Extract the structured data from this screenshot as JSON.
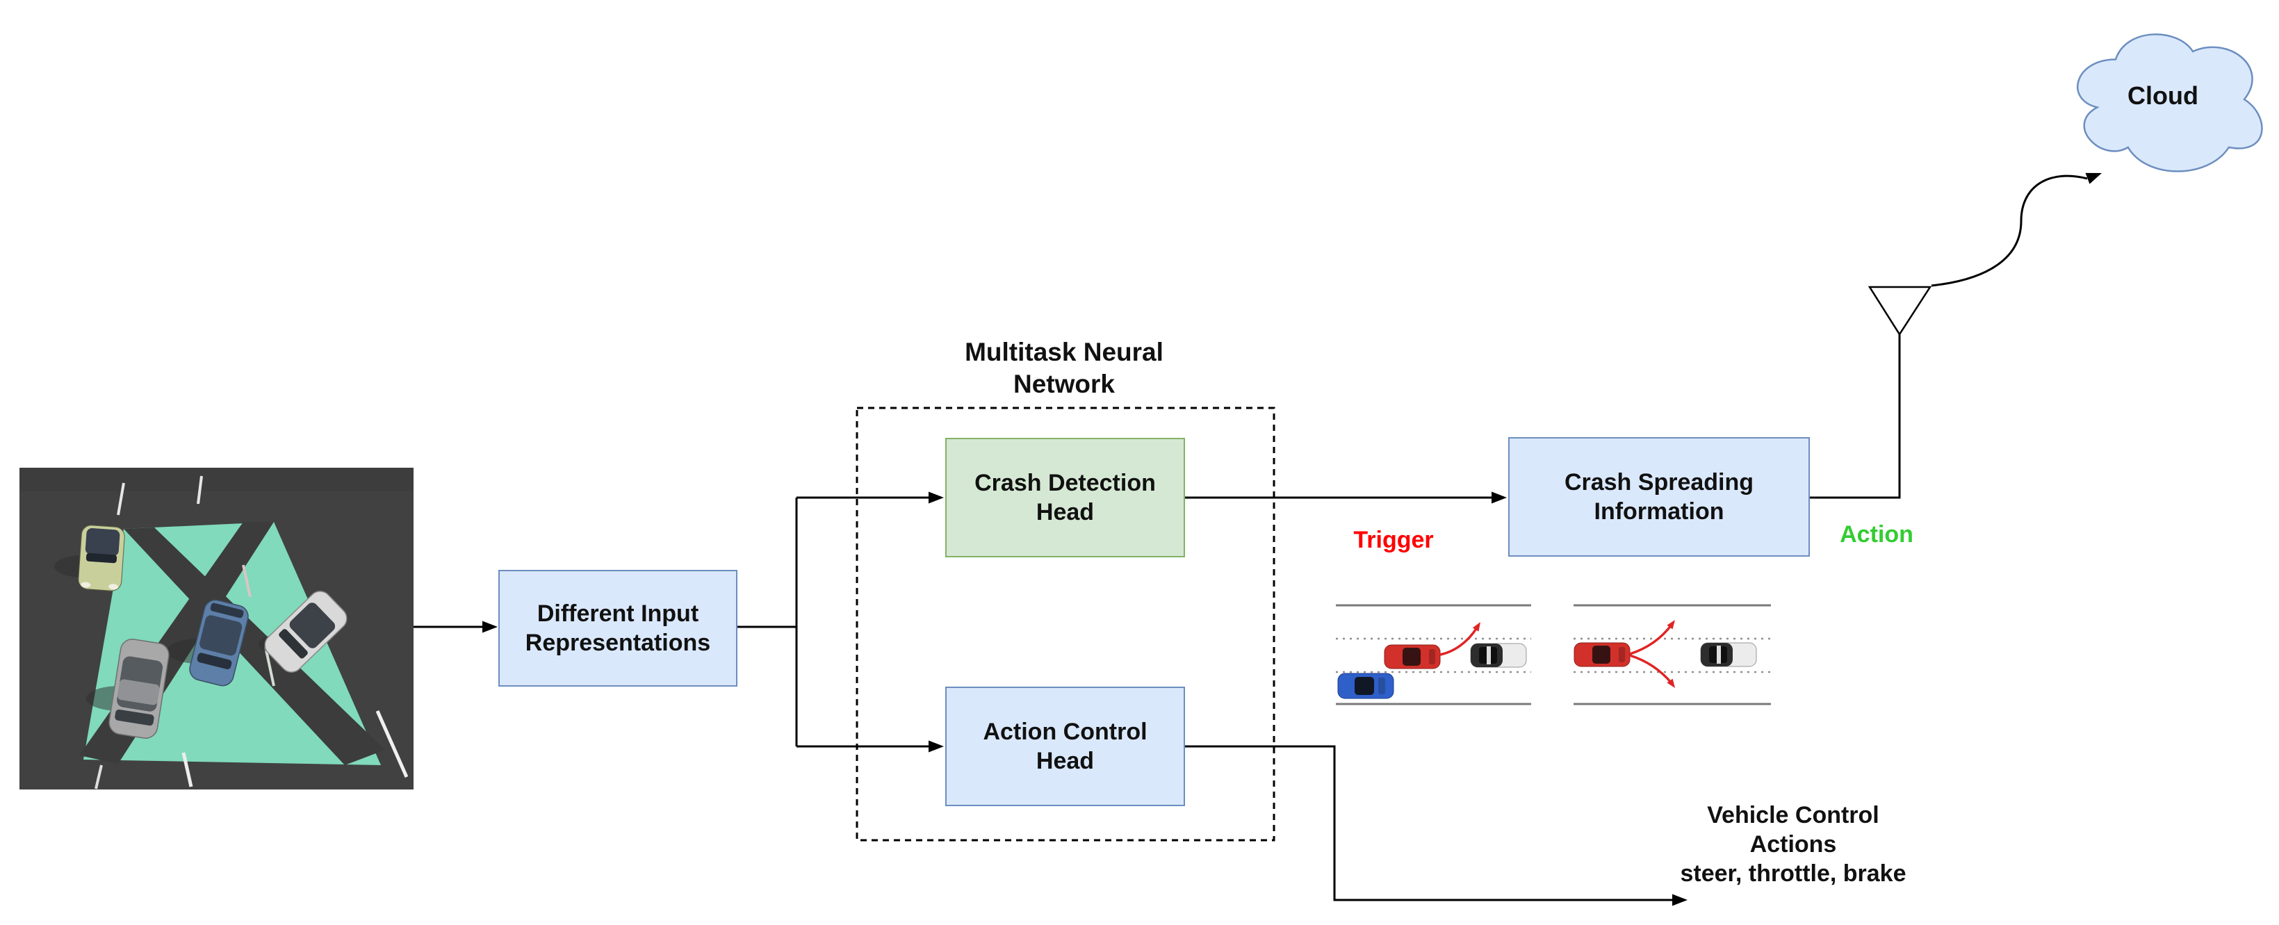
{
  "figure": {
    "group": {
      "title": "Multitask Neural\nNetwork"
    },
    "nodes": {
      "input": {
        "label": "Different Input\nRepresentations",
        "fill": "#dae8fc",
        "border": "#6c8ebf"
      },
      "crash_detection": {
        "label": "Crash Detection\nHead",
        "fill": "#d5e8d4",
        "border": "#82b366"
      },
      "action_control": {
        "label": "Action Control\nHead",
        "fill": "#dae8fc",
        "border": "#6c8ebf"
      },
      "crash_spreading": {
        "label": "Crash Spreading\nInformation",
        "fill": "#dae8fc",
        "border": "#6c8ebf"
      },
      "cloud": {
        "label": "Cloud",
        "fill": "#dae8fc",
        "border": "#6c8ebf"
      }
    },
    "edge_labels": {
      "trigger": {
        "text": "Trigger",
        "color": "#ff0000"
      },
      "action": {
        "text": "Action",
        "color": "#33cc33"
      }
    },
    "output_caption": {
      "text": "Vehicle Control\nActions\nsteer, throttle, brake"
    },
    "colors": {
      "connector": "#000000",
      "dashed_group_border": "#000000",
      "trigger_red": "#ff0000",
      "action_green": "#33cc33",
      "road_overlay_teal": "#80dabb",
      "asphalt_gray": "#414141",
      "road_line_gray": "#7a7a7a",
      "crash_car_red": "#d2302a",
      "neighbor_car_blue": "#2f5fc9",
      "spread_arrow_red": "#e02424"
    }
  }
}
